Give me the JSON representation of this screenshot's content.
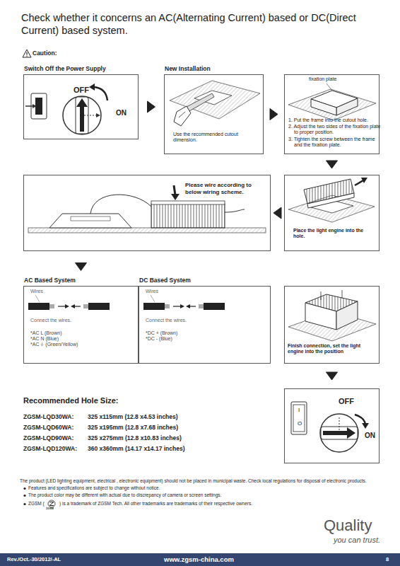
{
  "diagram": {
    "title": "Check whether it concerns an AC(Alternating Current) based or DC(Direct Current) based system.",
    "nodes": [
      {
        "text": [
          "Switch Off the Power Supply",
          "OFF",
          "ON"
        ]
      },
      {
        "text": [
          "New Installation",
          "Use the recommended cutout dimension."
        ]
      },
      {
        "text": [
          "fixation plate",
          "1. Put the frame into the cutout hole.",
          "2. Adjust the two sides of the fixation plate to proper position.",
          "3. Tighten the screw between the frame and the fixation plate."
        ]
      },
      {
        "text": [
          "Place the light engine into the hole."
        ]
      },
      {
        "text": [
          "Please wire according to below wiring scheme."
        ]
      },
      {
        "text": [
          "AC Based System",
          "Wires",
          "Connect the wires.",
          "*AC L (Brown)",
          "*AC N (Blue)",
          "*AC ⏚ (Green/Yellow)"
        ]
      },
      {
        "text": [
          "DC Based System",
          "Wires",
          "Connect the wires.",
          "*DC + (Brown)",
          "*DC - (Blue)"
        ]
      },
      {
        "text": [
          "Finish connection, set the light engine into the position"
        ]
      },
      {
        "text": [
          "OFF",
          "ON",
          "I",
          "O"
        ]
      }
    ],
    "edges": [
      {
        "from": 0,
        "to": 1,
        "arrow": "to"
      },
      {
        "from": 1,
        "to": 2,
        "arrow": "to"
      },
      {
        "from": 2,
        "to": 3,
        "arrow": "to"
      },
      {
        "from": 3,
        "to": 4,
        "arrow": "to"
      },
      {
        "from": 4,
        "to": 5,
        "arrow": "to"
      },
      {
        "from": 7,
        "to": 8,
        "arrow": "to"
      }
    ],
    "labels": [
      "Caution:",
      "Recommended Hole Size:",
      "ZGSM-LQD30WA:",
      "325 x115mm (12.8 x4.53 inches)",
      "ZGSM-LQD60WA:",
      "325 x195mm (12.8 x7.68 inches)",
      "ZGSM-LQD90WA:",
      "325 x275mm (12.8 x10.83 inches)",
      "ZGSM-LQD120WA:",
      "360 x360mm (14.17 x14.17 inches)",
      "The product (LED lighting equipment, electrical , electronic equipment) should not be placed in municipal waste. Check local regulations for disposal of electronic products.",
      "Features and specifications are subject to change without notice.",
      "The product color may be different with actual due to discrepancy of camera or screen settings.",
      "ZGSM (",
      "ZGSM",
      ") is a trademark of ZGSM Tech. All other trademarks are trademarks of their respective owners.",
      "Quality",
      "you can trust.",
      "Rev./Oct.-30/2012/-AL",
      "www.zgsm-china.com",
      "8"
    ]
  }
}
